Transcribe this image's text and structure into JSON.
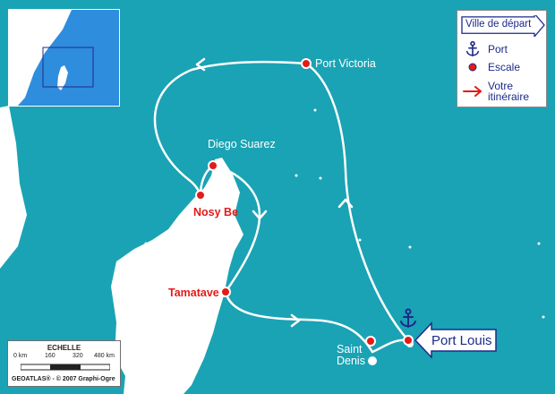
{
  "map": {
    "background_color": "#1aa3b4",
    "land_color": "#ffffff",
    "route_color": "#ffffff",
    "stop_color": "#e41b17",
    "labels": {
      "port_victoria": "Port Victoria",
      "diego_suarez": "Diego Suarez",
      "nosy_be": "Nosy Be",
      "tamatave": "Tamatave",
      "saint_denis": "Saint Denis",
      "port_louis": "Port Louis"
    }
  },
  "legend": {
    "departure": "Ville de départ",
    "port": "Port",
    "stop": "Escale",
    "itinerary": "Votre itinéraire"
  },
  "scale": {
    "title": "ECHELLE",
    "ticks": [
      "0 km",
      "160",
      "320",
      "480 km"
    ],
    "credit": "GEOATLAS® - © 2007 Graphi-Ogre"
  },
  "icons": {
    "port": "anchor-icon",
    "stop": "red-dot-icon",
    "itinerary": "red-arrow-icon"
  }
}
